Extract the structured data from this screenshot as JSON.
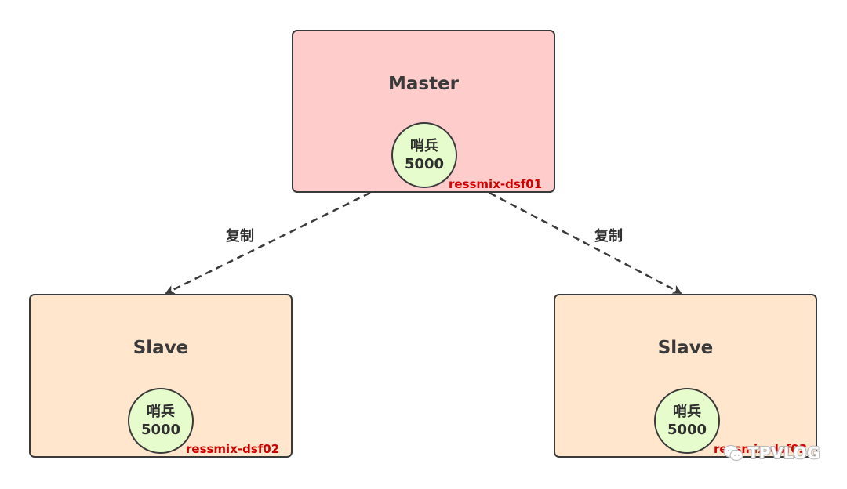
{
  "colors": {
    "master_fill": "#ffcccc",
    "slave_fill": "#ffe6cc",
    "sentinel_fill": "#e6fccc",
    "host_text": "#d10000",
    "stroke": "#3a3a3a"
  },
  "master": {
    "title": "Master",
    "sentinel_line1": "哨兵",
    "sentinel_line2": "5000",
    "host": "ressmix-dsf01"
  },
  "slaves": [
    {
      "title": "Slave",
      "sentinel_line1": "哨兵",
      "sentinel_line2": "5000",
      "host": "ressmix-dsf02"
    },
    {
      "title": "Slave",
      "sentinel_line1": "哨兵",
      "sentinel_line2": "5000",
      "host": "ressmix-dsf03"
    }
  ],
  "edges": [
    {
      "label": "复制",
      "style": "dashed",
      "direction": "master-to-slave-left"
    },
    {
      "label": "复制",
      "style": "dashed",
      "direction": "master-to-slave-right"
    }
  ],
  "watermark": {
    "icon": "wechat-icon",
    "text": "TPVLOG"
  }
}
